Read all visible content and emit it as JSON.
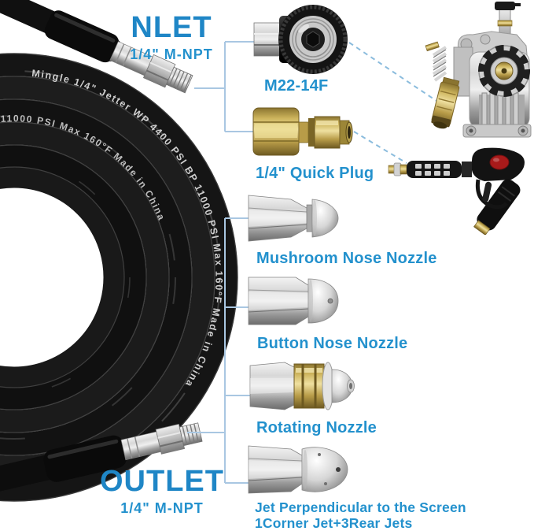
{
  "colors": {
    "heading_blue": "#1f86c6",
    "label_blue": "#2391cd",
    "callout_line_blue": "#a9c7e2",
    "dashed_line_blue": "#8bbcdd",
    "brass": "#c9ae5a",
    "hose_black": "#141414"
  },
  "inlet": {
    "title": "NLET",
    "spec": "1/4\" M-NPT"
  },
  "outlet": {
    "title": "OUTLET",
    "spec": "1/4\" M-NPT"
  },
  "hose_print": {
    "line1": "Mingle 1/4\" Jetter WP 4400 PSI BP 11000 PSI Max 160°F Made in China",
    "line2": "11000 PSI Max 160°F Made in China"
  },
  "fittings": [
    {
      "label": "M22-14F",
      "icon": "m22-swivel-coupler"
    },
    {
      "label": "1/4\" Quick Plug",
      "icon": "brass-quick-connect-plug"
    },
    {
      "label": "Mushroom Nose Nozzle",
      "icon": "mushroom-nose-nozzle"
    },
    {
      "label": "Button Nose Nozzle",
      "icon": "button-nose-nozzle"
    },
    {
      "label": "Rotating Nozzle",
      "icon": "rotating-nozzle"
    },
    {
      "label": "Jet Perpendicular to the Screen",
      "label_line2": "1Corner Jet+3Rear Jets",
      "icon": "sewer-jet-nozzle"
    }
  ],
  "reference_images": [
    {
      "icon": "pressure-washer-pump-image"
    },
    {
      "icon": "pressure-washer-gun-image"
    }
  ]
}
